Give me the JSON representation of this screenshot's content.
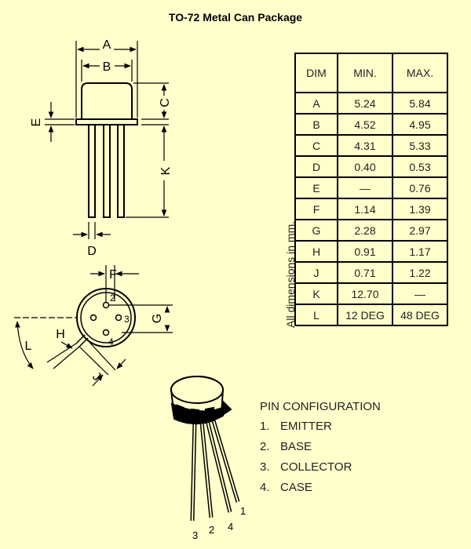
{
  "title": "TO-72 Metal Can Package",
  "table": {
    "headers": [
      "DIM",
      "MIN.",
      "MAX."
    ],
    "rows": [
      [
        "A",
        "5.24",
        "5.84"
      ],
      [
        "B",
        "4.52",
        "4.95"
      ],
      [
        "C",
        "4.31",
        "5.33"
      ],
      [
        "D",
        "0.40",
        "0.53"
      ],
      [
        "E",
        "—",
        "0.76"
      ],
      [
        "F",
        "1.14",
        "1.39"
      ],
      [
        "G",
        "2.28",
        "2.97"
      ],
      [
        "H",
        "0.91",
        "1.17"
      ],
      [
        "J",
        "0.71",
        "1.22"
      ],
      [
        "K",
        "12.70",
        "—"
      ],
      [
        "L",
        "12 DEG",
        "48 DEG"
      ]
    ]
  },
  "units_note": "All dimensions in mm.",
  "pin_configuration": {
    "heading": "PIN CONFIGURATION",
    "pins": [
      {
        "num": "1.",
        "name": "EMITTER"
      },
      {
        "num": "2.",
        "name": "BASE"
      },
      {
        "num": "3.",
        "name": "COLLECTOR"
      },
      {
        "num": "4.",
        "name": "CASE"
      }
    ]
  },
  "side_view_labels": {
    "A": "A",
    "B": "B",
    "C": "C",
    "E": "E",
    "K": "K",
    "D": "D"
  },
  "bottom_view_labels": {
    "F": "F",
    "G": "G",
    "H": "H",
    "J": "J",
    "L": "L",
    "p2": "2",
    "p3": "3",
    "p4": "4"
  },
  "iso_pin_labels": {
    "p1": "1",
    "p2": "2",
    "p3": "3",
    "p4": "4"
  },
  "colors": {
    "background": "#FFFFCC",
    "ink": "#000000"
  }
}
